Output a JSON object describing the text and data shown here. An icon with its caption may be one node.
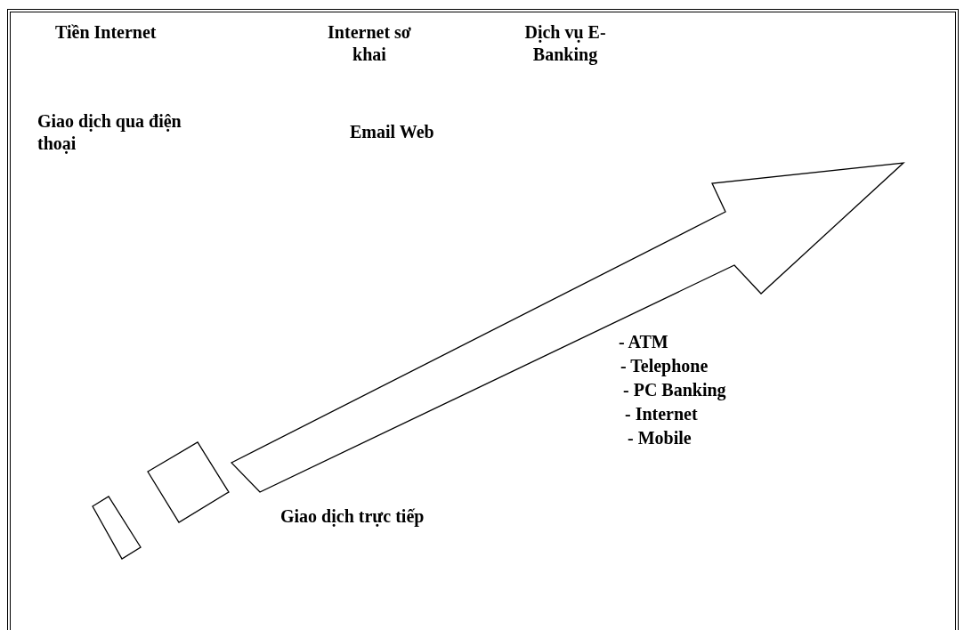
{
  "diagram": {
    "labels": [
      "Tiền Internet",
      "Internet sơ khai",
      "Dịch vụ E-Banking",
      "Giao dịch qua điện thoại",
      "Email Web",
      "- ATM",
      "- Telephone",
      "- PC Banking",
      "- Internet",
      "- Mobile",
      "Giao dịch trực tiếp"
    ]
  }
}
